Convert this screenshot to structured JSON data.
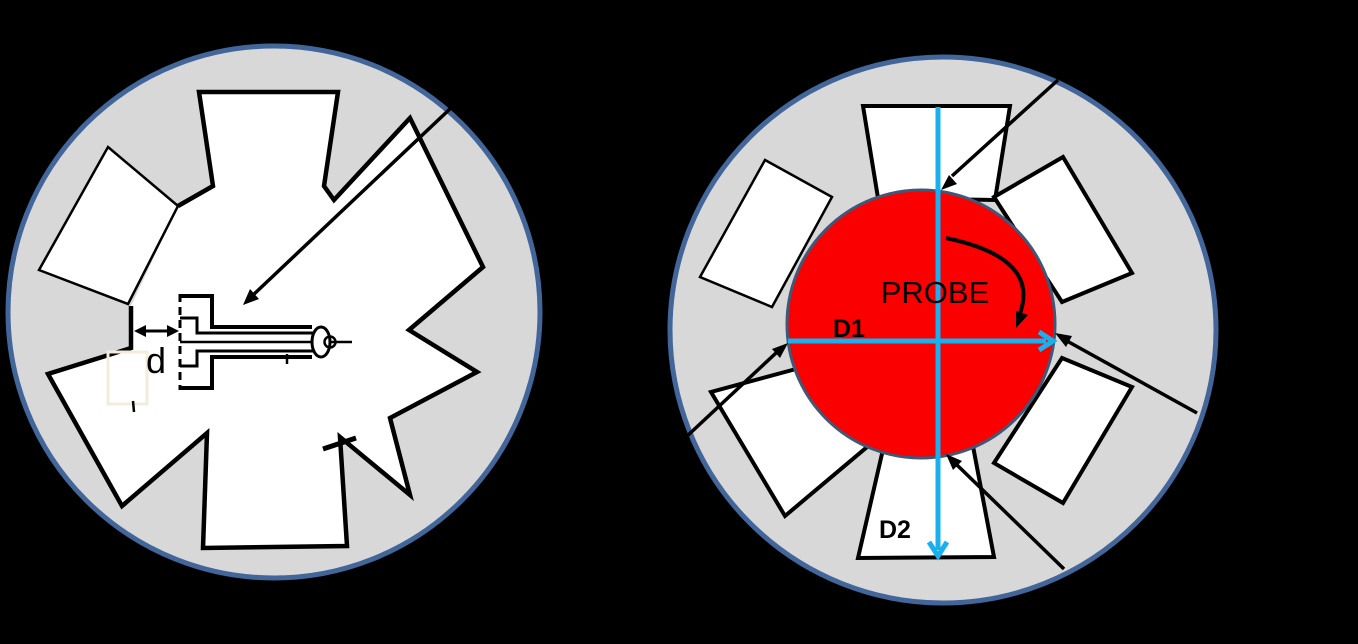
{
  "figure": {
    "background_color": "#000000",
    "disc_fill": "#d8d8d8",
    "disc_rim_color": "#42659a",
    "pole_fill": "#ffffff",
    "line_color": "#000000",
    "probe_fill": "#fa0000",
    "probe_rim_color": "#3e5878",
    "measure_arrow_color": "#18b0ef",
    "highlight_box_color": "#f2ecdb"
  },
  "left_panel": {
    "gap_label": "d"
  },
  "right_panel": {
    "probe_label": "PROBE",
    "d1_label": "D1",
    "d2_label": "D2"
  }
}
